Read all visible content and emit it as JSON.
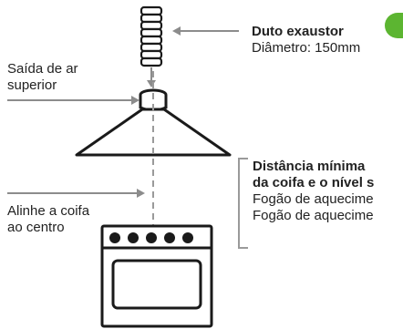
{
  "duct": {
    "title": "Duto exaustor",
    "diameter": "Diâmetro: 150mm"
  },
  "top_outlet": {
    "line1": "Saída de ar",
    "line2": "superior"
  },
  "center_hint": {
    "line1": "Alinhe a coifa",
    "line2": "ao centro"
  },
  "distance": {
    "title_line1": "Distância mínima",
    "title_line2": "da coifa e o nível s",
    "item1": "Fogão de aquecime",
    "item2": "Fogão de aquecime"
  },
  "colors": {
    "outline": "#1a1a1a",
    "arrow": "#8c8c8c",
    "dashed_line": "#9a9a9a",
    "accent": "#5cb531"
  }
}
